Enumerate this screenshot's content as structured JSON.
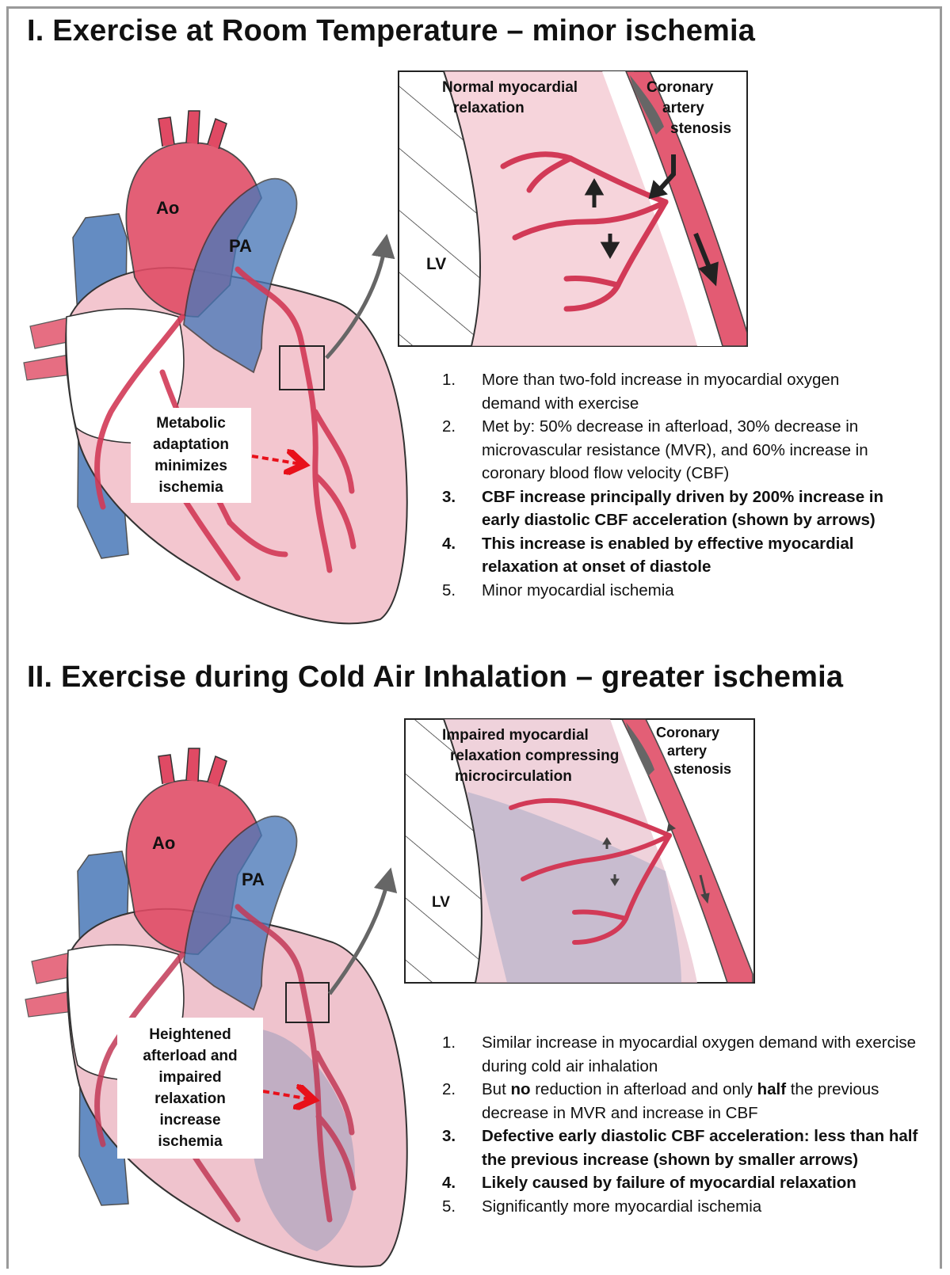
{
  "panel1": {
    "title": "I. Exercise at Room Temperature – minor ischemia",
    "heart": {
      "ao": "Ao",
      "pa": "PA"
    },
    "callout": [
      "Metabolic",
      "adaptation",
      "minimizes",
      "ischemia"
    ],
    "inset": {
      "left_label": [
        "Normal myocardial",
        "relaxation"
      ],
      "right_label": [
        "Coronary",
        "artery",
        "stenosis"
      ],
      "lv": "LV"
    },
    "notes": [
      {
        "num": "1.",
        "text": "More than two-fold increase in myocardial oxygen demand with exercise",
        "bold": false
      },
      {
        "num": "2.",
        "text": "Met by: 50% decrease in afterload, 30% decrease in microvascular resistance (MVR), and 60% increase in coronary blood flow velocity (CBF)",
        "bold": false
      },
      {
        "num": "3.",
        "text": "CBF increase principally driven by 200% increase in early diastolic CBF acceleration (shown by arrows)",
        "bold": true
      },
      {
        "num": "4.",
        "text": "This increase is enabled by effective myocardial relaxation at onset of diastole",
        "bold": true
      },
      {
        "num": "5.",
        "text": "Minor myocardial ischemia",
        "bold": false
      }
    ]
  },
  "panel2": {
    "title": "II. Exercise during Cold Air Inhalation – greater ischemia",
    "heart": {
      "ao": "Ao",
      "pa": "PA"
    },
    "callout": [
      "Heightened",
      "afterload and",
      "impaired",
      "relaxation",
      "increase",
      "ischemia"
    ],
    "inset": {
      "left_label": [
        "Impaired myocardial",
        "relaxation compressing",
        "microcirculation"
      ],
      "right_label": [
        "Coronary",
        "artery",
        "stenosis"
      ],
      "lv": "LV"
    },
    "notes": [
      {
        "num": "1.",
        "text": "Similar increase in myocardial oxygen demand with exercise during cold air inhalation",
        "bold": false
      },
      {
        "num": "2.",
        "parts": [
          {
            "t": "But ",
            "b": false
          },
          {
            "t": "no",
            "b": true
          },
          {
            "t": " reduction in afterload and only ",
            "b": false
          },
          {
            "t": "half",
            "b": true
          },
          {
            "t": " the previous decrease in MVR and increase in CBF",
            "b": false
          }
        ],
        "bold": false
      },
      {
        "num": "3.",
        "text": "Defective early diastolic CBF acceleration: less than half the previous increase (shown by smaller arrows)",
        "bold": true
      },
      {
        "num": "4.",
        "text": "Likely caused by failure of myocardial relaxation",
        "bold": true
      },
      {
        "num": "5.",
        "text": "Significantly more myocardial ischemia",
        "bold": false
      }
    ]
  },
  "colors": {
    "artery_red": "#e04a64",
    "vein_blue": "#4a78b8",
    "myocardium_pink": "#f3c6cf",
    "ischemia_grey": "#b8bfd0",
    "arrow_red": "#e8101a",
    "pointer_grey": "#666666"
  }
}
